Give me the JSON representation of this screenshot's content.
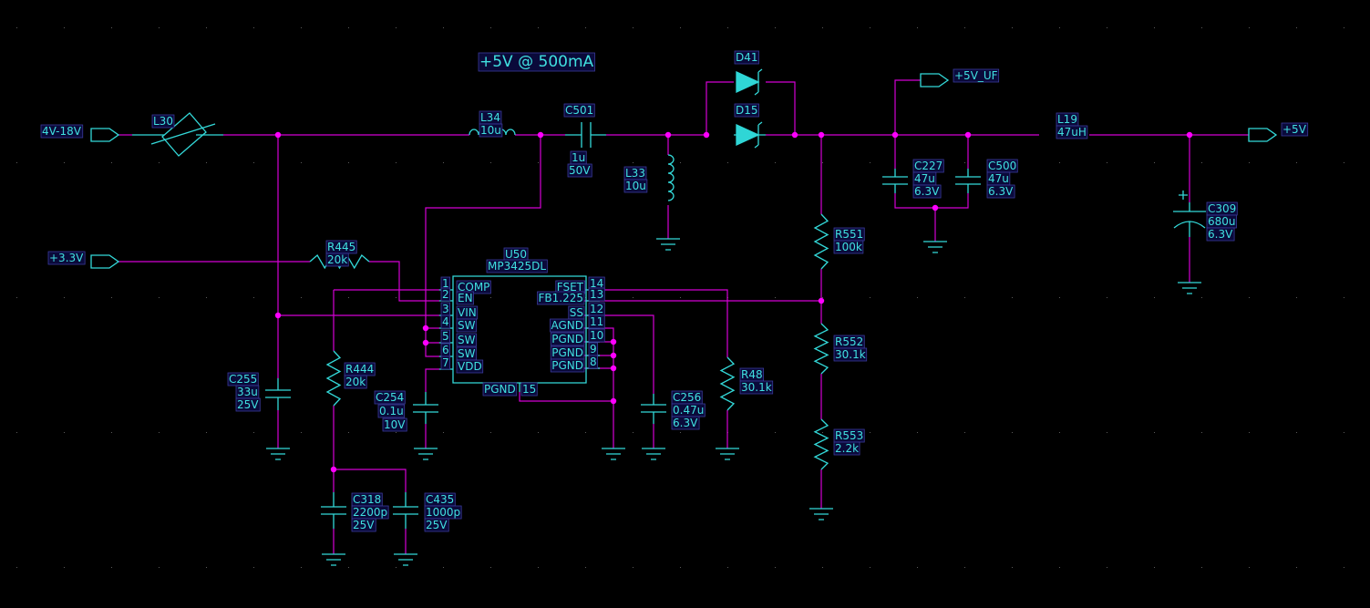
{
  "title": "+5V @ 500mA",
  "colors": {
    "background": "#000000",
    "wire": "#d400d4",
    "symbol": "#33d9d9",
    "text": "#40e0e0",
    "junction": "#ff00ff"
  },
  "ports": [
    {
      "id": "p_in",
      "label": "4V-18V"
    },
    {
      "id": "p_33",
      "label": "+3.3V"
    },
    {
      "id": "p_uf",
      "label": "+5V_UF"
    },
    {
      "id": "p_out",
      "label": "+5V"
    }
  ],
  "components": {
    "L30": {
      "ref": "L30"
    },
    "L34": {
      "ref": "L34",
      "value": "10u"
    },
    "C501": {
      "ref": "C501",
      "value": "1u",
      "voltage": "50V"
    },
    "L33": {
      "ref": "L33",
      "value": "10u"
    },
    "D41": {
      "ref": "D41"
    },
    "D15": {
      "ref": "D15"
    },
    "C227": {
      "ref": "C227",
      "value": "47u",
      "voltage": "6.3V"
    },
    "C500": {
      "ref": "C500",
      "value": "47u",
      "voltage": "6.3V"
    },
    "L19": {
      "ref": "L19",
      "value": "47uH"
    },
    "C309": {
      "ref": "C309",
      "value": "680u",
      "voltage": "6.3V"
    },
    "R445": {
      "ref": "R445",
      "value": "20k"
    },
    "R444": {
      "ref": "R444",
      "value": "20k"
    },
    "C255": {
      "ref": "C255",
      "value": "33u",
      "voltage": "25V"
    },
    "C254": {
      "ref": "C254",
      "value": "0.1u",
      "voltage": "10V"
    },
    "C256": {
      "ref": "C256",
      "value": "0.47u",
      "voltage": "6.3V"
    },
    "R48": {
      "ref": "R48",
      "value": "30.1k"
    },
    "R551": {
      "ref": "R551",
      "value": "100k"
    },
    "R552": {
      "ref": "R552",
      "value": "30.1k"
    },
    "R553": {
      "ref": "R553",
      "value": "2.2k"
    },
    "C318": {
      "ref": "C318",
      "value": "2200p",
      "voltage": "25V"
    },
    "C435": {
      "ref": "C435",
      "value": "1000p",
      "voltage": "25V"
    }
  },
  "ic": {
    "ref": "U50",
    "part": "MP3425DL",
    "left_pins": [
      {
        "num": "1",
        "name": "COMP"
      },
      {
        "num": "2",
        "name": "EN"
      },
      {
        "num": "3",
        "name": "VIN"
      },
      {
        "num": "4",
        "name": "SW"
      },
      {
        "num": "5",
        "name": "SW"
      },
      {
        "num": "6",
        "name": "SW"
      },
      {
        "num": "7",
        "name": "VDD"
      }
    ],
    "right_pins": [
      {
        "num": "14",
        "name": "FSET"
      },
      {
        "num": "13",
        "name": "FB1.225"
      },
      {
        "num": "12",
        "name": "SS"
      },
      {
        "num": "11",
        "name": "AGND"
      },
      {
        "num": "10",
        "name": "PGND"
      },
      {
        "num": "9",
        "name": "PGND"
      },
      {
        "num": "8",
        "name": "PGND"
      }
    ],
    "bottom_pin": {
      "num": "15",
      "name": "PGND"
    }
  }
}
